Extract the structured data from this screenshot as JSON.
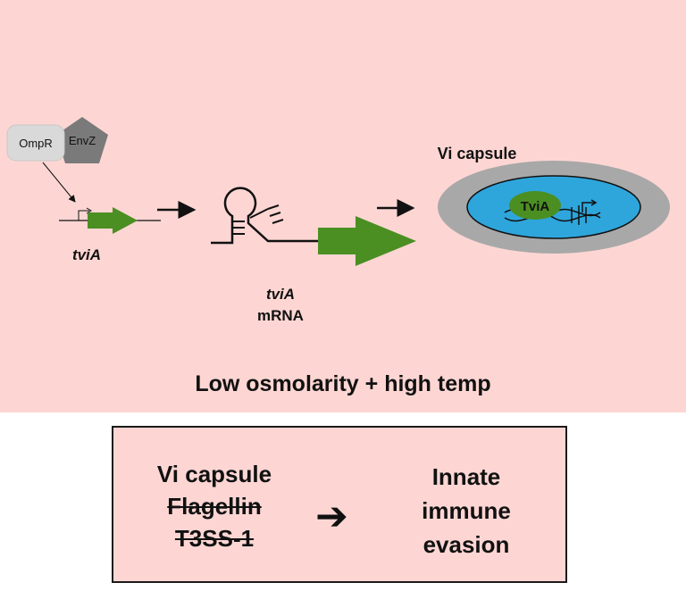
{
  "diagram": {
    "proteins": {
      "ompr": "OmpR",
      "envz": "EnvZ"
    },
    "gene_label": "tviA",
    "mrna_label_gene": "tviA",
    "mrna_label_suffix": "mRNA",
    "capsule_label": "Vi capsule",
    "tvia_protein": "TviA",
    "condition": "Low osmolarity + high temp"
  },
  "summary_box": {
    "items": [
      "Vi capsule",
      "Flagellin",
      "T3SS-1"
    ],
    "struck_items": [
      "Flagellin",
      "T3SS-1"
    ],
    "arrow": "➔",
    "outcome_lines": [
      "Innate",
      "immune",
      "evasion"
    ]
  },
  "colors": {
    "background": "#fdd6d3",
    "gene_arrow": "#4b8f22",
    "capsule_outer": "#a8a8a8",
    "cell_inner": "#2ea6dc",
    "ompr": "#d9d9d9",
    "envz": "#7a7a7a"
  }
}
